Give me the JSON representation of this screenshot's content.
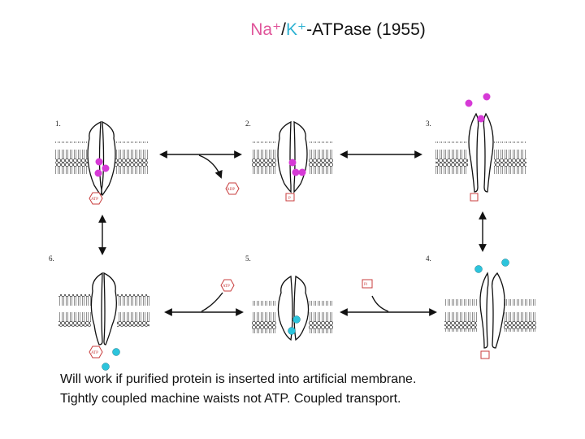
{
  "title": {
    "na": "Na⁺",
    "slash": "/",
    "k": "K⁺",
    "rest": "-ATPase (1955)"
  },
  "steps": [
    "1.",
    "2.",
    "3.",
    "4.",
    "5.",
    "6."
  ],
  "labels": {
    "atp": "ATP",
    "adp": "ADP",
    "p": "P",
    "pi": "Pi"
  },
  "caption": {
    "line1": "Will work if purified protein is inserted into artificial membrane.",
    "line2": "Tightly coupled machine waists not ATP. Coupled transport."
  },
  "colors": {
    "sodium": "#d63ad6",
    "potassium": "#2cc4dc",
    "tag": "#c83c3c",
    "title_na": "#e0559a",
    "title_k": "#2fb2d2"
  }
}
